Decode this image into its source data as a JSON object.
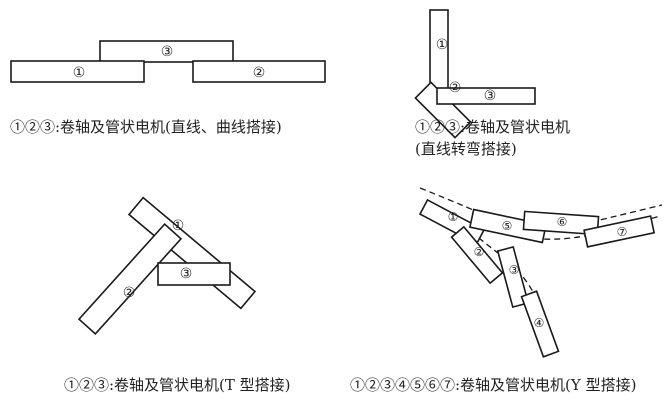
{
  "panels": [
    {
      "caption_lines": [
        "①②③:卷轴及管状电机(直线、曲线搭接)"
      ],
      "labels": [
        "①",
        "②",
        "③"
      ]
    },
    {
      "caption_lines": [
        "①②③:卷轴及管状电机",
        "(直线转弯搭接)"
      ],
      "labels": [
        "①",
        "②",
        "③"
      ]
    },
    {
      "caption_lines": [
        "①②③:卷轴及管状电机(T 型搭接)"
      ],
      "labels": [
        "①",
        "②",
        "③"
      ]
    },
    {
      "caption_lines": [
        "①②③④⑤⑥⑦:卷轴及管状电机(Y 型搭接)"
      ],
      "labels": [
        "①",
        "②",
        "③",
        "④",
        "⑤",
        "⑥",
        "⑦"
      ]
    }
  ]
}
